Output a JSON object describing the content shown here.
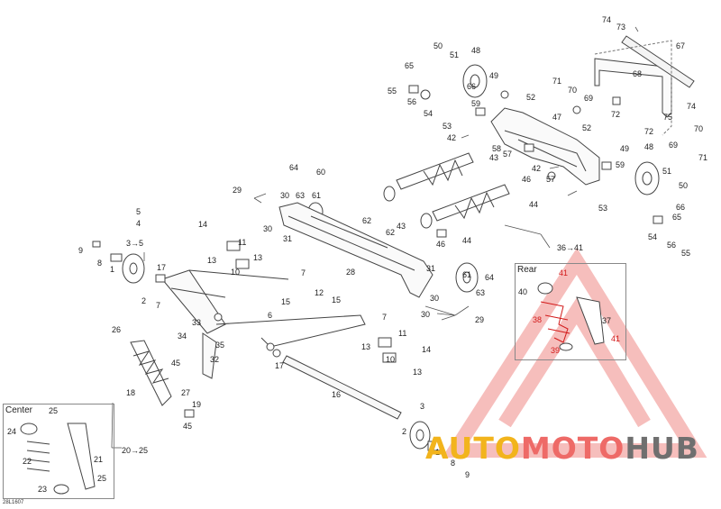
{
  "drawing_code": "28L1607",
  "boxes": {
    "rear": {
      "title": "Rear"
    },
    "center": {
      "title": "Center"
    }
  },
  "logo": {
    "part1": "AUTO",
    "part2": "MOTO",
    "part3": "HUB"
  },
  "colors": {
    "line": "#444444",
    "red_highlight": "#d21a1a",
    "watermark": "#f08a87",
    "logo_yellow": "#f2b41c",
    "logo_red": "#ee6a67",
    "logo_gray": "#6f6f6f"
  },
  "labels": [
    "74",
    "73",
    "67",
    "50",
    "51",
    "48",
    "65",
    "55",
    "56",
    "66",
    "54",
    "49",
    "71",
    "70",
    "68",
    "69",
    "72",
    "74",
    "52",
    "59",
    "53",
    "47",
    "42",
    "58",
    "57",
    "72",
    "75",
    "70",
    "69",
    "71",
    "52",
    "43",
    "48",
    "49",
    "59",
    "51",
    "50",
    "42",
    "57",
    "46",
    "44",
    "53",
    "66",
    "65",
    "54",
    "56",
    "55",
    "64",
    "60",
    "29",
    "30",
    "63",
    "61",
    "30",
    "31",
    "62",
    "5",
    "4",
    "3→5",
    "14",
    "9",
    "8",
    "1",
    "11",
    "13",
    "10",
    "13",
    "62",
    "43",
    "46",
    "44",
    "31",
    "61",
    "64",
    "63",
    "30",
    "28",
    "17",
    "7",
    "12",
    "15",
    "7",
    "2",
    "15",
    "6",
    "30",
    "29",
    "7",
    "33",
    "34",
    "32",
    "35",
    "26",
    "45",
    "18",
    "27",
    "19",
    "45",
    "13",
    "11",
    "10",
    "14",
    "13",
    "17",
    "16",
    "3",
    "2",
    "36→41",
    "41",
    "40",
    "38",
    "37",
    "39",
    "41",
    "25",
    "24",
    "21",
    "22",
    "20→25",
    "23",
    "25",
    "1",
    "8",
    "9"
  ],
  "highlight_labels": [
    "38",
    "39",
    "41"
  ]
}
